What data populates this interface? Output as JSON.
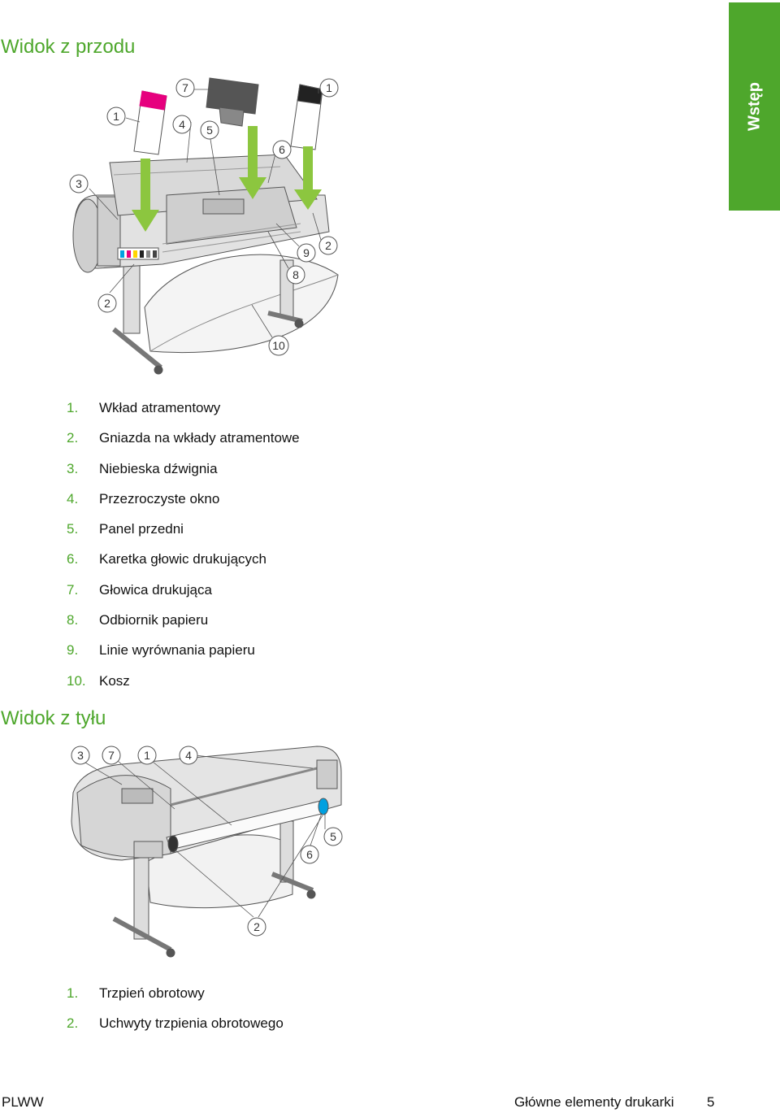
{
  "side_tab": {
    "label": "Wstęp"
  },
  "front": {
    "heading": "Widok z przodu",
    "callouts": [
      "1",
      "2",
      "3",
      "4",
      "5",
      "6",
      "7",
      "8",
      "9",
      "10"
    ],
    "items": [
      {
        "num": "1.",
        "text": "Wkład atramentowy"
      },
      {
        "num": "2.",
        "text": "Gniazda na wkłady atramentowe"
      },
      {
        "num": "3.",
        "text": "Niebieska dźwignia"
      },
      {
        "num": "4.",
        "text": "Przezroczyste okno"
      },
      {
        "num": "5.",
        "text": "Panel przedni"
      },
      {
        "num": "6.",
        "text": "Karetka głowic drukujących"
      },
      {
        "num": "7.",
        "text": "Głowica drukująca"
      },
      {
        "num": "8.",
        "text": "Odbiornik papieru"
      },
      {
        "num": "9.",
        "text": "Linie wyrównania papieru"
      },
      {
        "num": "10.",
        "text": "Kosz"
      }
    ]
  },
  "rear": {
    "heading": "Widok z tyłu",
    "callouts": [
      "1",
      "2",
      "3",
      "4",
      "5",
      "6",
      "7"
    ],
    "items": [
      {
        "num": "1.",
        "text": "Trzpień obrotowy"
      },
      {
        "num": "2.",
        "text": "Uchwyty trzpienia obrotowego"
      }
    ]
  },
  "footer": {
    "left": "PLWW",
    "title": "Główne elementy drukarki",
    "page": "5"
  },
  "colors": {
    "accent": "#4ea72c",
    "arrow": "#8cc63f",
    "magenta": "#e6007e"
  }
}
